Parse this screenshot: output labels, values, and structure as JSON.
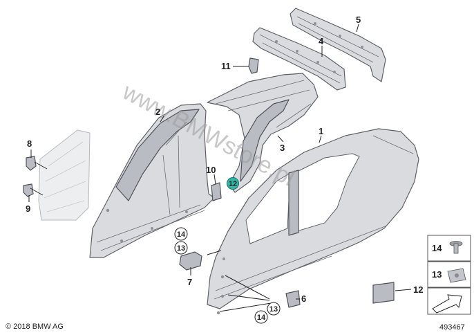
{
  "diagram": {
    "callouts": {
      "c1": "1",
      "c2": "2",
      "c3": "3",
      "c4": "4",
      "c5": "5",
      "c6": "6",
      "c7": "7",
      "c8": "8",
      "c9": "9",
      "c10": "10",
      "c11": "11",
      "c12": "12",
      "c12_highlight": "12",
      "c13_left": "13",
      "c14_left": "14",
      "c13_bottom": "13",
      "c14_bottom": "14"
    },
    "legend": {
      "item14": "14",
      "item13": "13"
    },
    "watermark": "www.BMWstore.pl",
    "copyright": "© 2018 BMW AG",
    "diagram_number": "493467",
    "highlight_color": "#2fb8a8"
  }
}
